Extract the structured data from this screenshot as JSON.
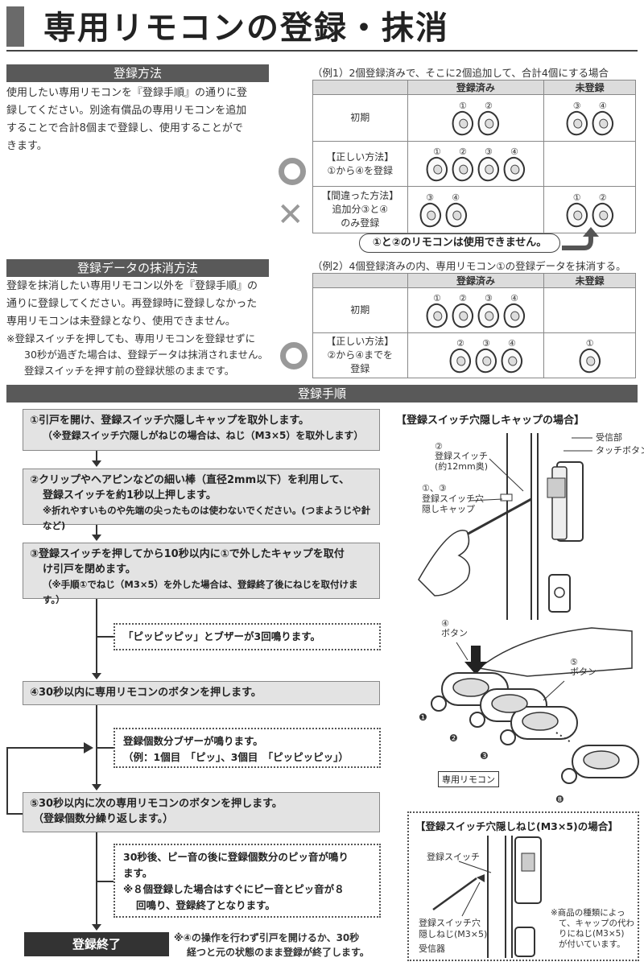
{
  "header": {
    "title": "専用リモコンの登録・抹消"
  },
  "registration_method": {
    "heading": "登録方法",
    "body": [
      "使用したい専用リモコンを『登録手順』の通りに登",
      "録してください。別途有償品の専用リモコンを追加",
      "することで合計8個まで登録し、使用することがで",
      "きます。"
    ]
  },
  "example1": {
    "caption": "（例1）2個登録済みで、そこに2個追加して、合計4個にする場合",
    "col_registered": "登録済み",
    "col_unregistered": "未登録",
    "rows": [
      {
        "label": [
          "初期"
        ],
        "registered": [
          "①",
          "②"
        ],
        "unregistered": [
          "③",
          "④"
        ]
      },
      {
        "label": [
          "【正しい方法】",
          "①から④を登録"
        ],
        "registered": [
          "①",
          "②",
          "③",
          "④"
        ],
        "unregistered": []
      },
      {
        "label": [
          "【間違った方法】",
          "追加分③と④",
          "のみ登録"
        ],
        "registered": [
          "③",
          "④"
        ],
        "unregistered": [
          "①",
          "②"
        ]
      }
    ],
    "callout": "①と②のリモコンは使用できません。"
  },
  "erase_method": {
    "heading": "登録データの抹消方法",
    "body": [
      "登録を抹消したい専用リモコン以外を『登録手順』の",
      "通りに登録してください。再登録時に登録しなかった",
      "専用リモコンは未登録となり、使用できません。"
    ],
    "notes": [
      "※登録スイッチを押しても、専用リモコンを登録せずに",
      "30秒が過ぎた場合は、登録データは抹消されません。",
      "登録スイッチを押す前の登録状態のままです。"
    ]
  },
  "example2": {
    "caption": "（例2）4個登録済みの内、専用リモコン①の登録データを抹消する。",
    "col_registered": "登録済み",
    "col_unregistered": "未登録",
    "rows": [
      {
        "label": [
          "初期"
        ],
        "registered": [
          "①",
          "②",
          "③",
          "④"
        ],
        "unregistered": []
      },
      {
        "label": [
          "【正しい方法】",
          "②から④までを",
          "登録"
        ],
        "registered": [
          "②",
          "③",
          "④"
        ],
        "unregistered": [
          "①"
        ]
      }
    ]
  },
  "procedure": {
    "heading": "登録手順",
    "step1": {
      "main": "①引戸を開け、登録スイッチ穴隠しキャップを取外します。",
      "sub": "（※登録スイッチ穴隠しがねじの場合は、ねじ（M3×5）を取外します）"
    },
    "step2": {
      "main1": "②クリップやヘアピンなどの細い棒（直径2mm以下）を利用して、",
      "main2": "登録スイッチを約1秒以上押します。",
      "sub": "※折れやすいものや先端の尖ったものは使わないでください。(つまようじや針など)"
    },
    "step3": {
      "main1": "③登録スイッチを押してから10秒以内に①で外したキャップを取付",
      "main2": "け引戸を閉めます。",
      "sub": "（※手順①でねじ（M3×5）を外した場合は、登録終了後にねじを取付けます。）"
    },
    "buzzer": "「ピッピッピッ」とブザーが3回鳴ります。",
    "step4": "④30秒以内に専用リモコンのボタンを押します。",
    "count_buzzer": [
      "登録個数分ブザーが鳴ります。",
      "（例：1個目　「ピッ」、3個目　「ピッピッピッ」）"
    ],
    "step5": [
      "⑤30秒以内に次の専用リモコンのボタンを押します。",
      "（登録個数分繰り返します。）"
    ],
    "final_sound": [
      "30秒後、ピー音の後に登録個数分のピッ音が鳴り",
      "ます。",
      "※８個登録した場合はすぐにピー音とピッ音が８",
      "回鳴り、登録終了となります。"
    ],
    "end_label": "登録終了",
    "end_note": [
      "※④の操作を行わず引戸を開けるか、30秒",
      "経つと元の状態のまま登録が終了します。"
    ]
  },
  "illustration_cap": {
    "title": "【登録スイッチ穴隠しキャップの場合】",
    "switch_num": "②",
    "switch_label": "登録スイッチ",
    "switch_depth": "(約12mm奥)",
    "cap_num": "①、③",
    "cap_label1": "登録スイッチ穴",
    "cap_label2": "隠しキャップ",
    "receiver": "受信部",
    "touch_button": "タッチボタン",
    "button4_num": "④",
    "button4_label": "ボタン",
    "button5_num": "⑤",
    "button5_label": "ボタン",
    "remote_nums": [
      "❶",
      "❷",
      "❸",
      "❽"
    ],
    "remote_tag": "専用リモコン"
  },
  "illustration_screw": {
    "title": "【登録スイッチ穴隠しねじ(M3×5)の場合】",
    "switch_label": "登録スイッチ",
    "screw_label1": "登録スイッチ穴",
    "screw_label2": "隠しねじ(M3×5)",
    "receiver": "受信器",
    "note": [
      "※商品の種類によっ",
      "て、キャップの代わ",
      "りにねじ(M3×5)",
      "が付いています。"
    ]
  }
}
